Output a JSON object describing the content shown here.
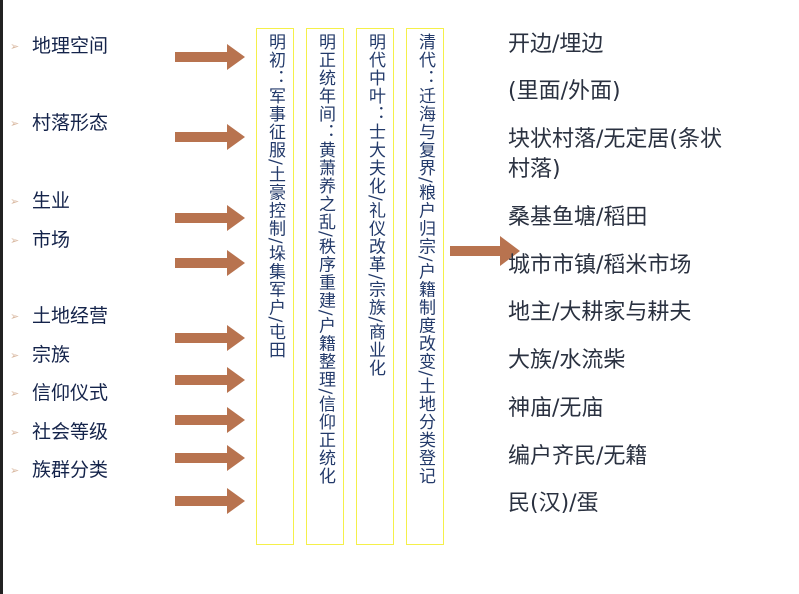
{
  "left_items": [
    "地理空间",
    "村落形态",
    "生业",
    "市场",
    "土地经营",
    "宗族",
    "信仰仪式",
    "社会等级",
    "族群分类"
  ],
  "bullet_icon": "arrow-bullet",
  "arrow_color": "#b8734f",
  "periods": [
    "明初：军事征服/土豪控制/垛集军户/屯田",
    "明正统年间：黄萧养之乱/秩序重建/户籍整理/信仰正统化",
    "明代中叶：士大夫化/礼仪改革/宗族/商业化",
    "清代：迁海与复界/粮户归宗/户籍制度改变/土地分类登记"
  ],
  "right_items": [
    "开边/埋边",
    "(里面/外面)",
    "块状村落/无定居(条状",
    "村落)",
    "桑基鱼塘/稻田",
    "城市市镇/稻米市场",
    "地主/大耕家与耕夫",
    "大族/水流柴",
    "神庙/无庙",
    "编户齐民/无籍",
    "民(汉)/蛋"
  ]
}
